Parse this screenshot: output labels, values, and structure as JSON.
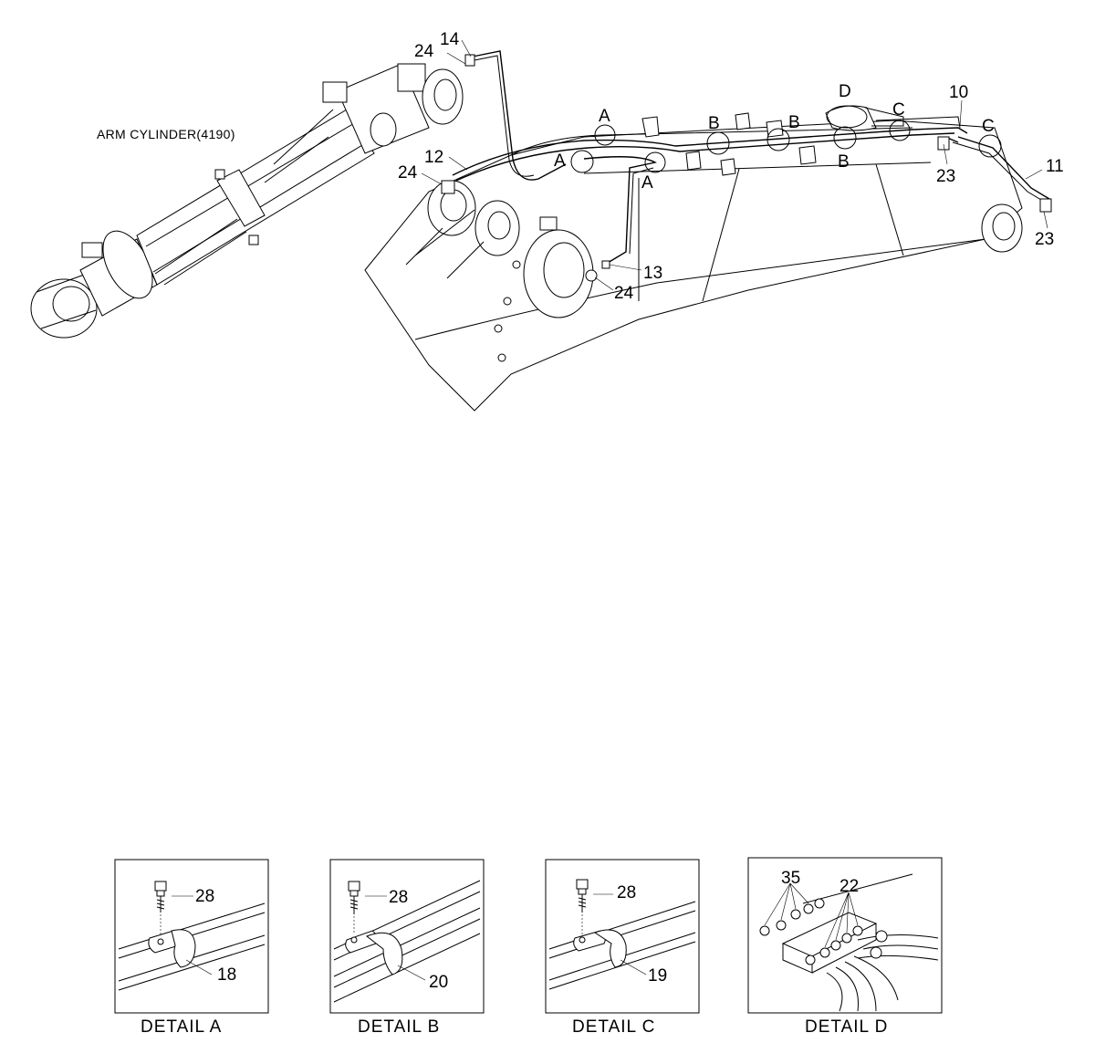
{
  "title": "ARM CYLINDER(4190)",
  "part_numbers": {
    "p10": "10",
    "p11": "11",
    "p12": "12",
    "p13": "13",
    "p14": "14",
    "p23a": "23",
    "p23b": "23",
    "p24a": "24",
    "p24b": "24",
    "p24c": "24"
  },
  "detail_markers": {
    "a1": "A",
    "a2": "A",
    "a3": "A",
    "b1": "B",
    "b2": "B",
    "b3": "B",
    "c1": "C",
    "c2": "C",
    "d1": "D"
  },
  "details": [
    {
      "caption": "DETAIL  A",
      "bolt": "28",
      "clamp": "18"
    },
    {
      "caption": "DETAIL  B",
      "bolt": "28",
      "clamp": "20"
    },
    {
      "caption": "DETAIL  C",
      "bolt": "28",
      "clamp": "19"
    },
    {
      "caption": "DETAIL  D",
      "fittings_a": "35",
      "fittings_b": "22"
    }
  ]
}
